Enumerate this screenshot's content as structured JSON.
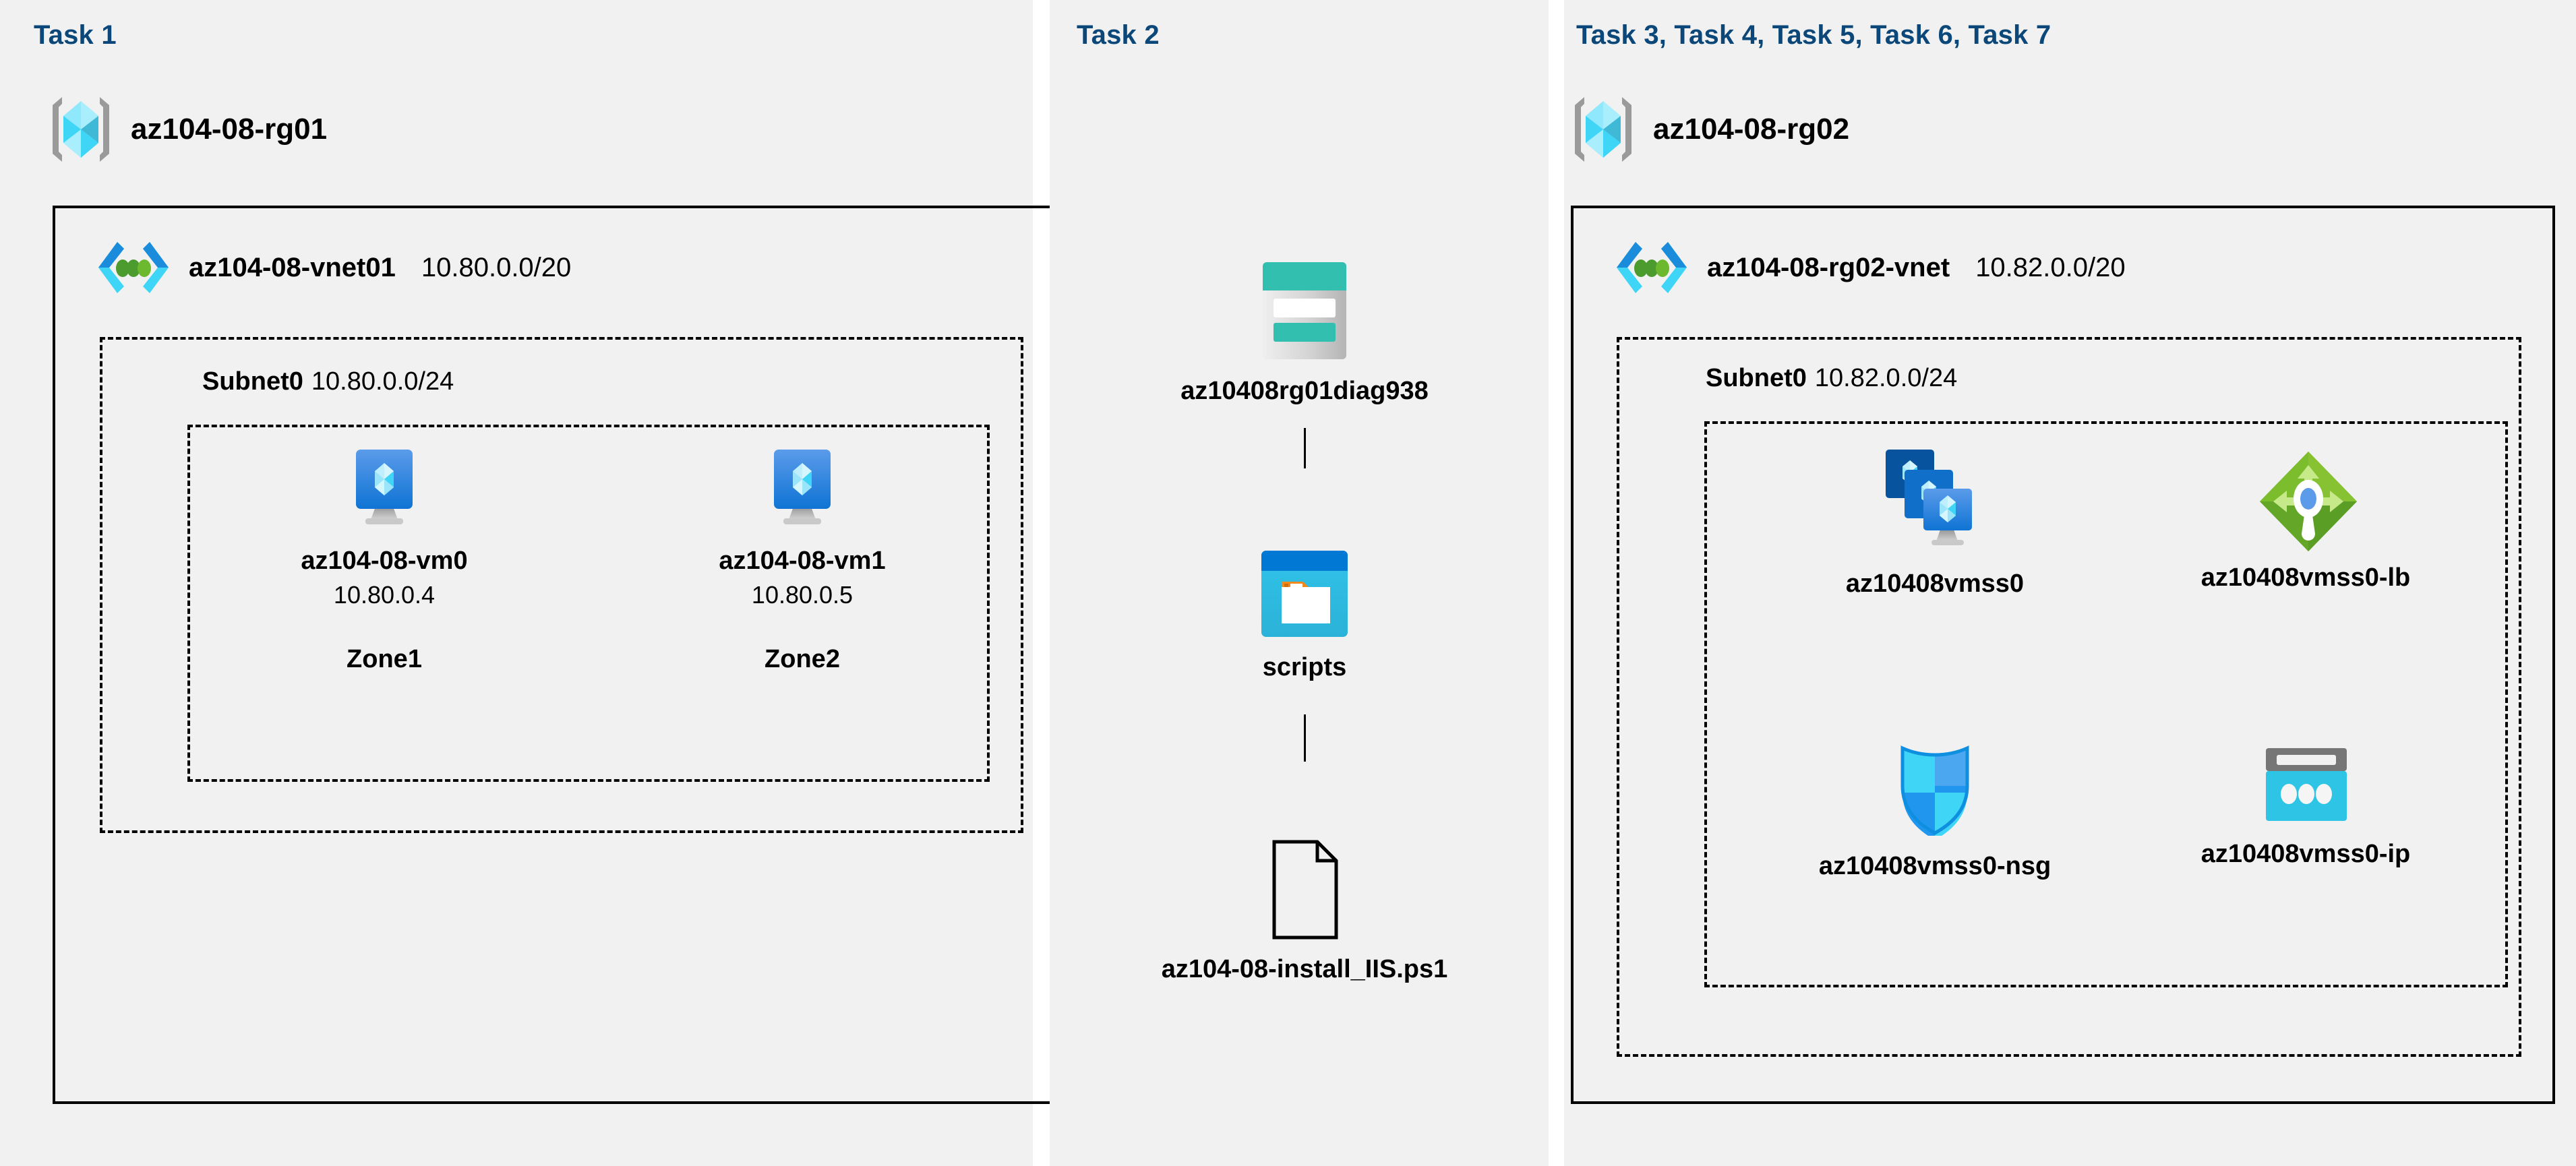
{
  "columns": [
    {
      "id": "task1",
      "label": "Task 1"
    },
    {
      "id": "task2",
      "label": "Task 2"
    },
    {
      "id": "task3",
      "label": "Task 3, Task 4, Task 5, Task 6, Task 7"
    }
  ],
  "colors": {
    "task_label": "#0b4778",
    "panel_bg": "#f1f1f1",
    "page_bg": "#ffffff",
    "border": "#000000",
    "vm_card_top": "#5b9bea",
    "vm_card_bottom": "#0f74d4",
    "vnet_chevron_dark": "#1b8cdb",
    "vnet_chevron_light": "#3fd5f7",
    "vnet_dot": "#4c9b2f",
    "lb_green_light": "#86c232",
    "lb_green_dark": "#5a9e25",
    "lb_center_blue": "#5b9bea",
    "nsg_light": "#3fd5f7",
    "nsg_dark": "#2196ef",
    "ip_cyan": "#2ec4e6",
    "ip_gray": "#767676",
    "storage_teal": "#32bfb0",
    "storage_teal_dark": "#1f7a6e",
    "container_blue": "#0078d4",
    "container_cyan": "#31c3ea",
    "container_tab_orange": "#f08a1c",
    "rg_cube_light": "#8fe8fb",
    "rg_cube_mid": "#3fd5f7",
    "rg_bracket": "#9a9a9a"
  },
  "task1": {
    "resource_group": {
      "name": "az104-08-rg01",
      "icon": "resource-group-icon"
    },
    "vnet": {
      "name": "az104-08-vnet01",
      "cidr": "10.80.0.0/20",
      "icon": "virtual-network-icon"
    },
    "subnet": {
      "name": "Subnet0",
      "cidr": "10.80.0.0/24"
    },
    "vms": [
      {
        "name": "az104-08-vm0",
        "ip": "10.80.0.4",
        "zone": "Zone1",
        "icon": "virtual-machine-icon"
      },
      {
        "name": "az104-08-vm1",
        "ip": "10.80.0.5",
        "zone": "Zone2",
        "icon": "virtual-machine-icon"
      }
    ]
  },
  "task2": {
    "storage_account": {
      "name": "az10408rg01diag938",
      "icon": "storage-account-icon"
    },
    "container": {
      "name": "scripts",
      "icon": "blob-container-icon"
    },
    "file": {
      "name": "az104-08-install_IIS.ps1",
      "icon": "file-icon"
    }
  },
  "task3": {
    "resource_group": {
      "name": "az104-08-rg02",
      "icon": "resource-group-icon"
    },
    "vnet": {
      "name": "az104-08-rg02-vnet",
      "cidr": "10.82.0.0/20",
      "icon": "virtual-network-icon"
    },
    "subnet": {
      "name": "Subnet0",
      "cidr": "10.82.0.0/24"
    },
    "resources": [
      {
        "name": "az10408vmss0",
        "icon": "vm-scale-set-icon"
      },
      {
        "name": "az10408vmss0-lb",
        "icon": "load-balancer-icon"
      },
      {
        "name": "az10408vmss0-nsg",
        "icon": "network-security-group-icon"
      },
      {
        "name": "az10408vmss0-ip",
        "icon": "public-ip-address-icon"
      }
    ]
  }
}
